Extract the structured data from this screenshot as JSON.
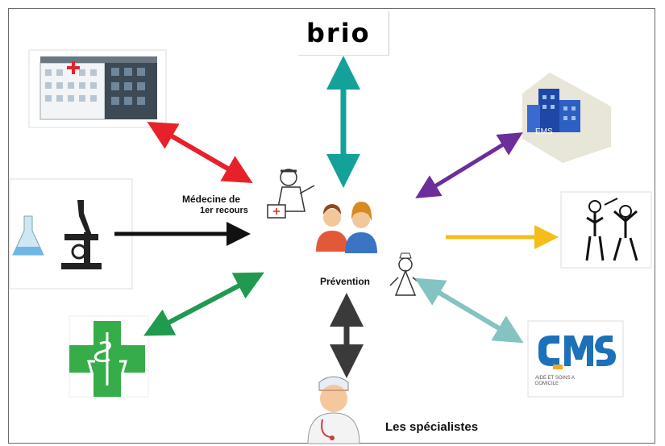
{
  "brand": {
    "brio": "brio"
  },
  "labels": {
    "medecine_line1": "Médecine de",
    "medecine_line2": "1er recours",
    "prevention": "Prévention",
    "specialistes": "Les spécialistes",
    "ems": "EMS",
    "cms_text": "AIDE ET SOINS A DOMICILE"
  },
  "colors": {
    "red_arrow": "#e8202a",
    "teal_arrow": "#14a19a",
    "purple_arrow": "#6b2e9a",
    "yellow_arrow": "#f4bd1a",
    "black_arrow": "#111111",
    "green_arrow": "#1f9a4e",
    "lightteal_arrow": "#84c3c1",
    "gray_arrow": "#3a3a3a",
    "pharmacy_green": "#37ad4a",
    "cms_blue": "#1d71b8",
    "cms_orange": "#f5a623"
  }
}
